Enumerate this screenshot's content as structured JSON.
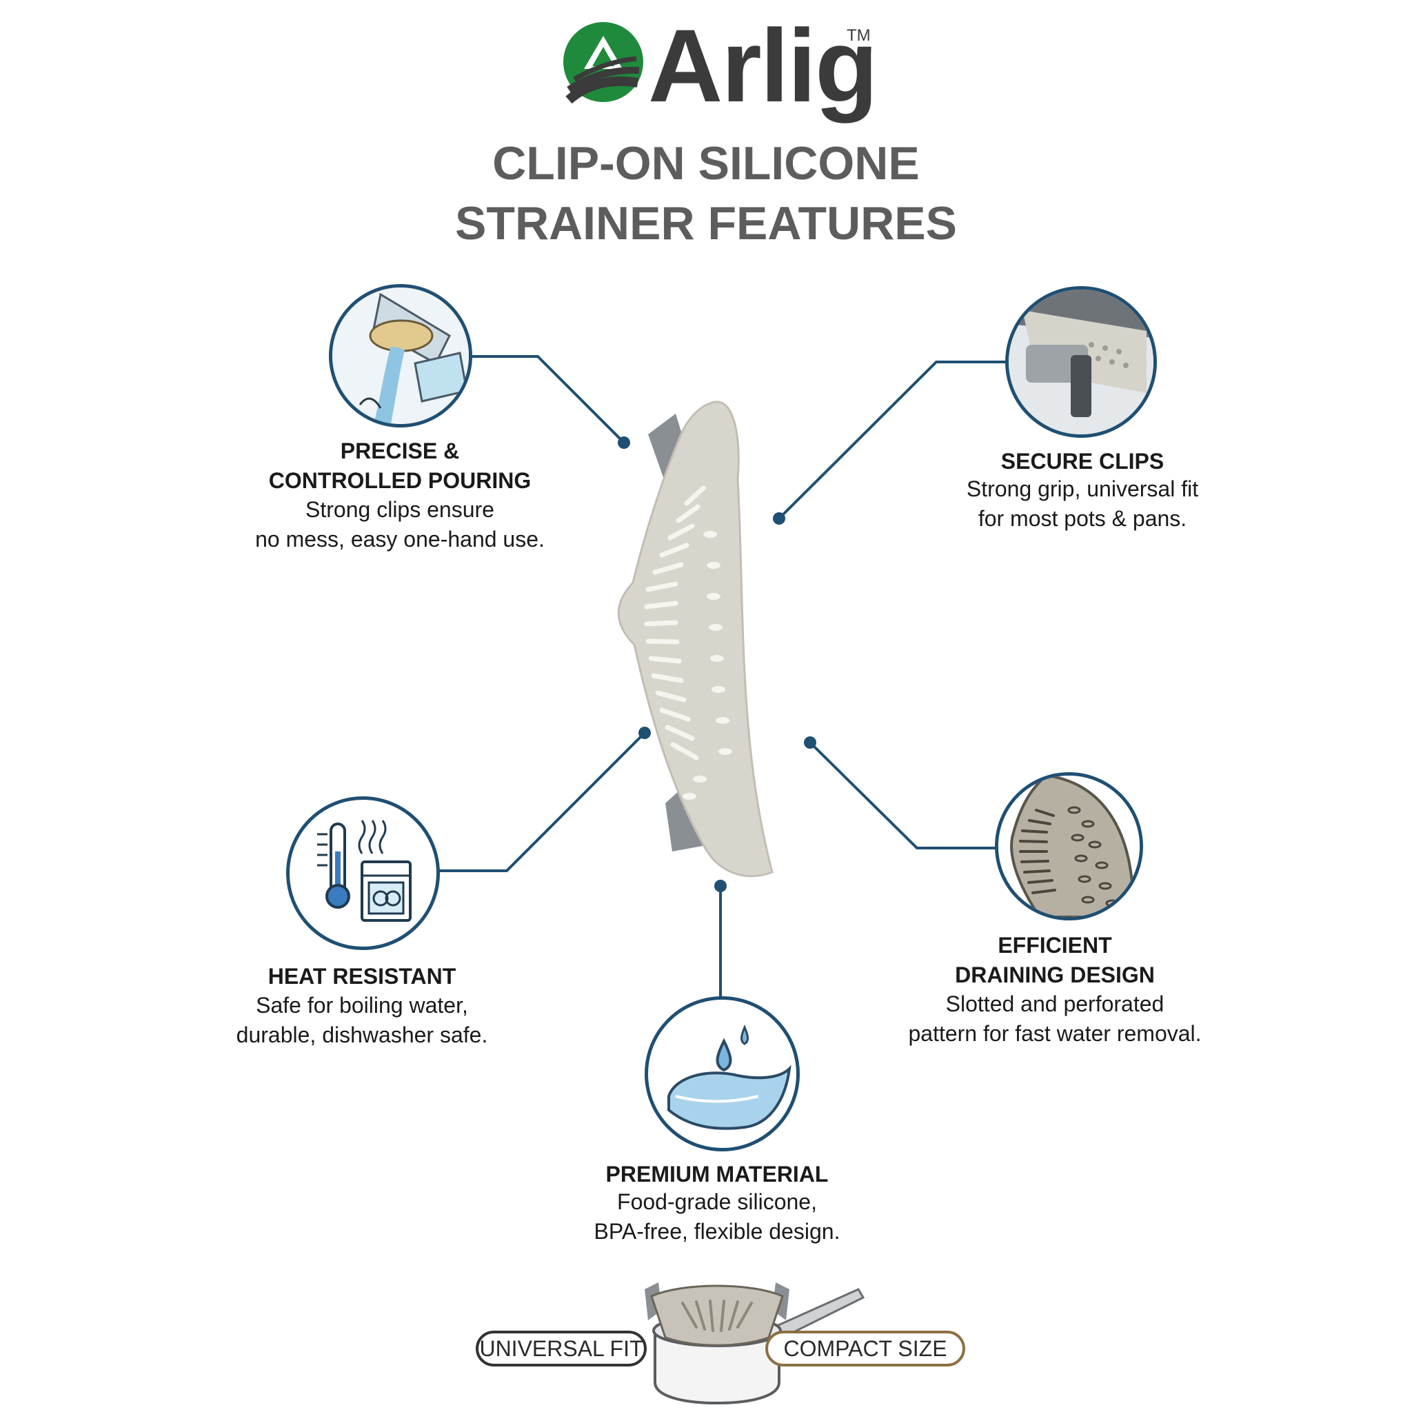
{
  "brand": {
    "name": "Arlig",
    "trademark": "TM",
    "colors": {
      "green": "#1f8a3c",
      "dark": "#3b3b3b"
    }
  },
  "title": {
    "line1": "CLIP-ON SILICONE",
    "line2": "STRAINER FEATURES"
  },
  "features": [
    {
      "heading_line1": "PRECISE &",
      "heading_line2": "CONTROLLED POURING",
      "desc_line1": "Strong clips ensure",
      "desc_line2": "no mess, easy one-hand use.",
      "icon": "pouring-icon"
    },
    {
      "heading_line1": "SECURE CLIPS",
      "desc_line1": "Strong grip, universal fit",
      "desc_line2": "for most pots & pans.",
      "icon": "clip-icon"
    },
    {
      "heading_line1": "HEAT RESISTANT",
      "desc_line1": "Safe for boiling water,",
      "desc_line2": "durable, dishwasher safe.",
      "icon": "thermometer-dishwasher-icon"
    },
    {
      "heading_line1": "EFFICIENT",
      "heading_line2": "DRAINING DESIGN",
      "desc_line1": "Slotted and perforated",
      "desc_line2": "pattern for fast water removal.",
      "icon": "perforated-pattern-icon"
    },
    {
      "heading_line1": "PREMIUM MATERIAL",
      "desc_line1": "Food-grade silicone,",
      "desc_line2": "BPA-free, flexible design.",
      "icon": "water-drop-silicone-icon"
    }
  ],
  "bottom": {
    "left_label": "UNIVERSAL FIT",
    "right_label": "COMPACT SIZE"
  },
  "colors": {
    "line": "#1f4f73",
    "strainer": "#d8d5cc",
    "clip": "#8a8f93"
  }
}
